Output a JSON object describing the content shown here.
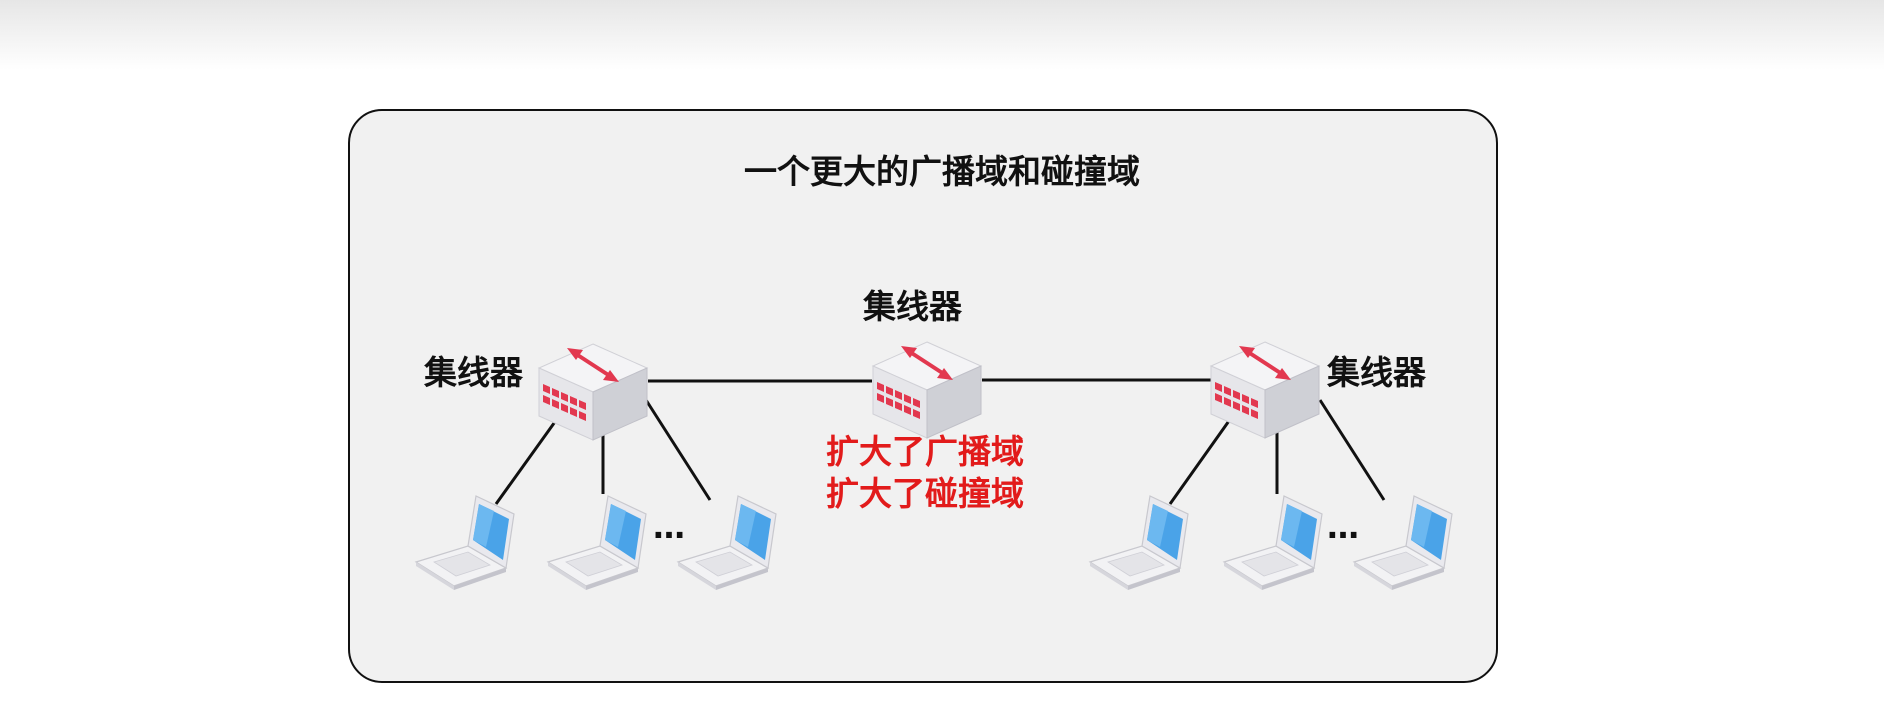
{
  "title": "一个更大的广播域和碰撞域",
  "hubs": {
    "left_label": "集线器",
    "center_label": "集线器",
    "right_label": "集线器"
  },
  "annotation": {
    "line1": "扩大了广播域",
    "line2": "扩大了碰撞域"
  },
  "ellipsis": "…",
  "colors": {
    "annotation": "#e21b1b",
    "panel_bg": "#f1f1f1",
    "hub_arrow": "#e2384f",
    "laptop_screen": "#4aa3e8"
  },
  "icons": [
    "hub-icon",
    "laptop-icon"
  ]
}
